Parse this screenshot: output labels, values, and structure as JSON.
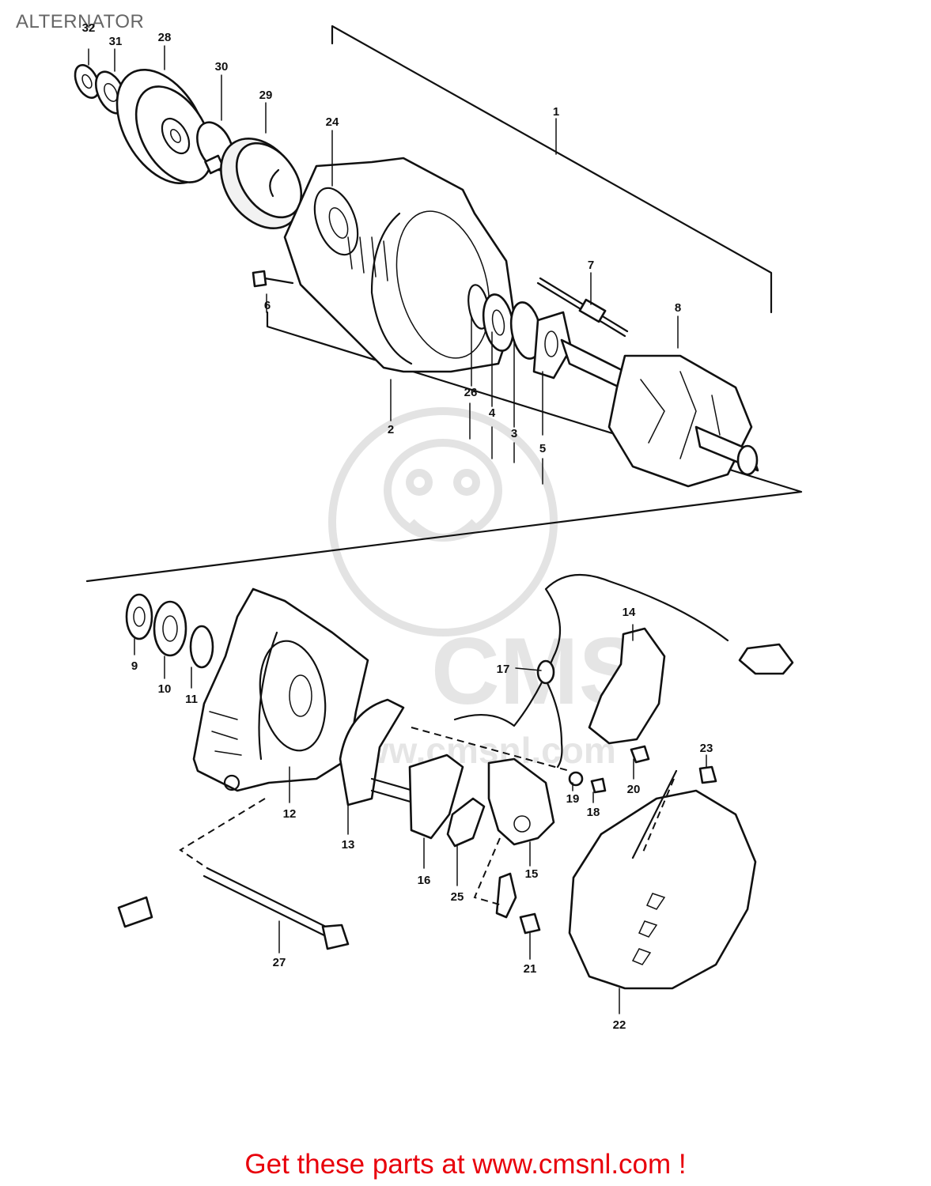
{
  "page": {
    "title": "ALTERNATOR",
    "watermark": {
      "brand": "CMS",
      "url": "www.cmsnl.com"
    },
    "footer_link_text": "Get these parts at www.cmsnl.com !",
    "colors": {
      "footer_text": "#e8000b",
      "title_text": "#666666",
      "line_art": "#111111",
      "watermark": "#e0e0e0"
    }
  },
  "callouts": [
    {
      "id": "c1",
      "label": "1"
    },
    {
      "id": "c2",
      "label": "2"
    },
    {
      "id": "c3",
      "label": "3"
    },
    {
      "id": "c4",
      "label": "4"
    },
    {
      "id": "c5",
      "label": "5"
    },
    {
      "id": "c6",
      "label": "6"
    },
    {
      "id": "c7",
      "label": "7"
    },
    {
      "id": "c8",
      "label": "8"
    },
    {
      "id": "c9",
      "label": "9"
    },
    {
      "id": "c10",
      "label": "10"
    },
    {
      "id": "c11",
      "label": "11"
    },
    {
      "id": "c12",
      "label": "12"
    },
    {
      "id": "c13",
      "label": "13"
    },
    {
      "id": "c14",
      "label": "14"
    },
    {
      "id": "c15",
      "label": "15"
    },
    {
      "id": "c16",
      "label": "16"
    },
    {
      "id": "c17",
      "label": "17"
    },
    {
      "id": "c18",
      "label": "18"
    },
    {
      "id": "c19",
      "label": "19"
    },
    {
      "id": "c20",
      "label": "20"
    },
    {
      "id": "c21",
      "label": "21"
    },
    {
      "id": "c22",
      "label": "22"
    },
    {
      "id": "c23",
      "label": "23"
    },
    {
      "id": "c24",
      "label": "24"
    },
    {
      "id": "c25",
      "label": "25"
    },
    {
      "id": "c26",
      "label": "26"
    },
    {
      "id": "c27",
      "label": "27"
    },
    {
      "id": "c28",
      "label": "28"
    },
    {
      "id": "c29",
      "label": "29"
    },
    {
      "id": "c30",
      "label": "30"
    },
    {
      "id": "c31",
      "label": "31"
    },
    {
      "id": "c32",
      "label": "32"
    }
  ]
}
